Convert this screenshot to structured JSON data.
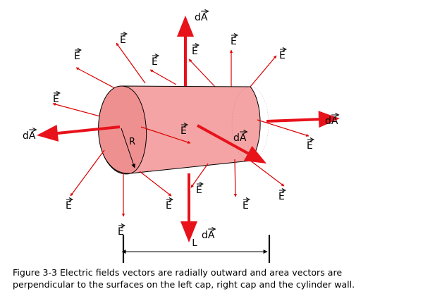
{
  "colors": {
    "field_arrow": "#dd0000",
    "area_arrow": "#e8121b",
    "cylinder_body": "#f4a4a4",
    "cylinder_cap": "#ef9090",
    "outline": "#000000"
  },
  "labels": {
    "field": "E",
    "area": "dA",
    "radius": "R",
    "length": "L"
  },
  "caption": {
    "line1": "Figure 3-3  Electric fields vectors are radially outward and area vectors are",
    "line2": "perpendicular to the surfaces on the left cap, right cap and the cylinder wall."
  }
}
